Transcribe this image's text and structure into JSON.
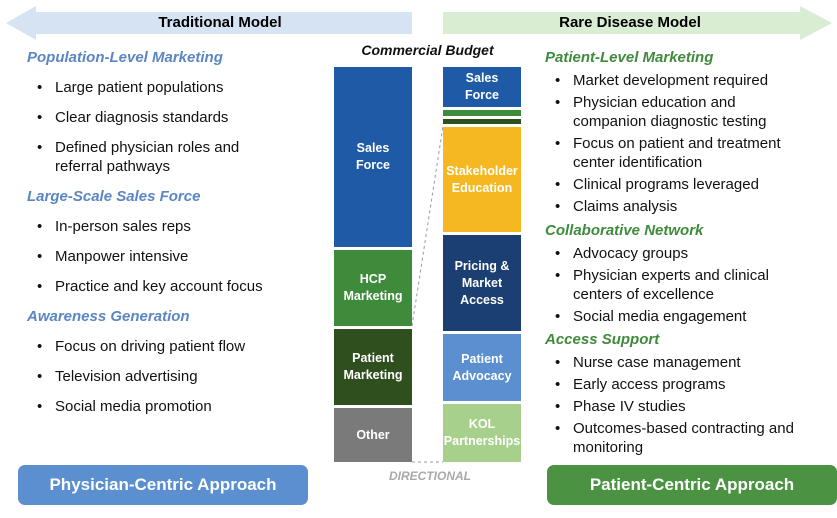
{
  "header": {
    "left_title": "Traditional Model",
    "right_title": "Rare Disease Model"
  },
  "colors": {
    "blue_arrow": "#d6e3f3",
    "green_arrow": "#d9edd3",
    "section_blue": "#5b86c4",
    "section_green": "#3f8b3c",
    "approach_blue": "#5b8fcf",
    "approach_green": "#4b9343"
  },
  "left": {
    "sections": [
      {
        "title": "Population-Level Marketing",
        "items": [
          "Large patient populations",
          "Clear diagnosis standards",
          "Defined physician roles and referral pathways"
        ]
      },
      {
        "title": "Large-Scale Sales Force",
        "items": [
          "In-person sales reps",
          "Manpower intensive",
          "Practice and key account focus"
        ]
      },
      {
        "title": "Awareness Generation",
        "items": [
          "Focus on driving patient flow",
          "Television advertising",
          "Social media promotion"
        ]
      }
    ]
  },
  "right": {
    "sections": [
      {
        "title": "Patient-Level Marketing",
        "items": [
          "Market development required",
          "Physician education and companion diagnostic testing",
          "Focus on patient and treatment center identification",
          "Clinical programs leveraged",
          "Claims analysis"
        ]
      },
      {
        "title": "Collaborative Network",
        "items": [
          "Advocacy groups",
          "Physician experts and clinical centers of excellence",
          "Social media engagement"
        ]
      },
      {
        "title": "Access Support",
        "items": [
          "Nurse case management",
          "Early access programs",
          "Phase IV studies",
          "Outcomes-based contracting and monitoring"
        ]
      }
    ]
  },
  "budget": {
    "title": "Commercial Budget",
    "note": "DIRECTIONAL",
    "left_bar": [
      {
        "label": "Sales\nForce",
        "color": "#1f5aa6"
      },
      {
        "label": "HCP\nMarketing",
        "color": "#3f8b3c"
      },
      {
        "label": "Patient\nMarketing",
        "color": "#2f4f1f"
      },
      {
        "label": "Other",
        "color": "#7a7a7a"
      }
    ],
    "right_bar": [
      {
        "label": "Sales\nForce",
        "color": "#1f5aa6"
      },
      {
        "label": "",
        "color": "#3f8b3c"
      },
      {
        "label": "",
        "color": "#2f4f1f"
      },
      {
        "label": "Stakeholder\nEducation",
        "color": "#f5b820"
      },
      {
        "label": "Pricing &\nMarket\nAccess",
        "color": "#1b3f73"
      },
      {
        "label": "Patient\nAdvocacy",
        "color": "#5b8fcf"
      },
      {
        "label": "KOL\nPartnerships",
        "color": "#a8d08d"
      }
    ]
  },
  "footer": {
    "left_approach": "Physician-Centric Approach",
    "right_approach": "Patient-Centric Approach"
  }
}
